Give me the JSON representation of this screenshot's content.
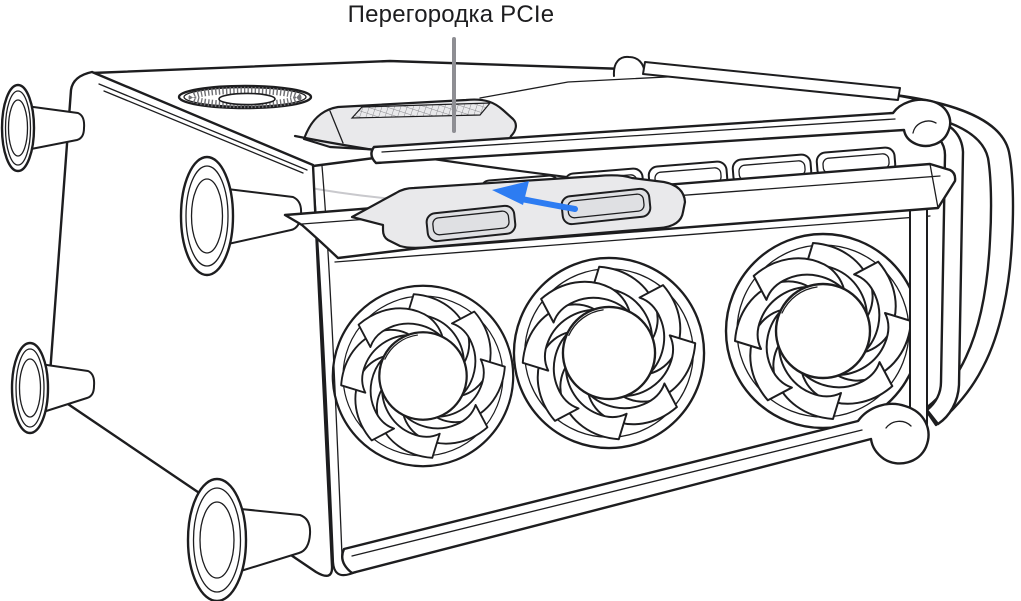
{
  "callout": {
    "label": "Перегородка PCIe"
  },
  "colors": {
    "ink": "#1d1d1f",
    "leader": "#8e8e93",
    "accent": "#2d7cf2",
    "panel_gray": "#e9e9eb",
    "slot_gray": "#dfe0e3",
    "faint": "#c9c9cd",
    "bg": "#ffffff"
  },
  "illustration": {
    "subject": "mac-pro-on-its-side",
    "fans_visible": 3,
    "feet_visible": 4,
    "pcie_slot_openings": 2,
    "vent_slots_visible": 5,
    "arrow_icon": "up-left-arrow",
    "highlighted_part": "pcie-partition"
  }
}
